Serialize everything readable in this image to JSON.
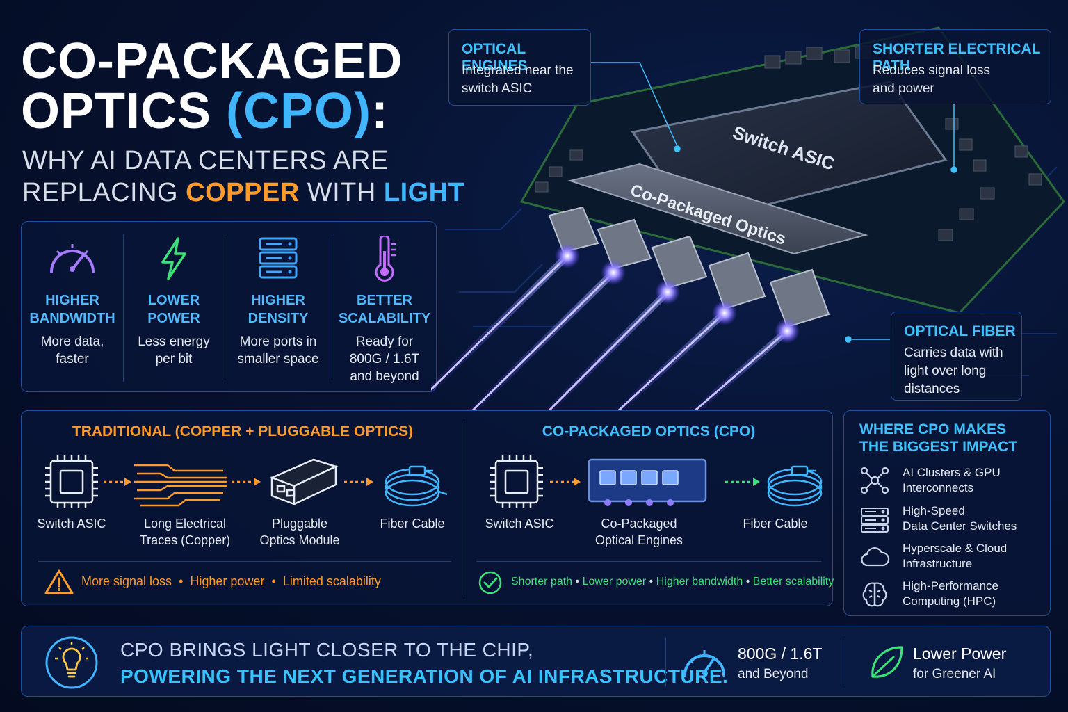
{
  "title": {
    "line1": "CO-PACKAGED",
    "line2_a": "OPTICS ",
    "line2_b": "(CPO)",
    "line2_c": ":",
    "sub1": "WHY AI DATA CENTERS ARE",
    "sub2_a": "REPLACING ",
    "sub2_b": "COPPER",
    "sub2_c": " WITH ",
    "sub2_d": "LIGHT"
  },
  "benefits": [
    {
      "icon": "gauge-icon",
      "head1": "HIGHER",
      "head2": "BANDWIDTH",
      "desc1": "More data,",
      "desc2": "faster",
      "desc3": "",
      "color": "#a57bff"
    },
    {
      "icon": "lightning-icon",
      "head1": "LOWER",
      "head2": "POWER",
      "desc1": "Less energy",
      "desc2": "per bit",
      "desc3": "",
      "color": "#3ee07a"
    },
    {
      "icon": "server-stack-icon",
      "head1": "HIGHER",
      "head2": "DENSITY",
      "desc1": "More ports in",
      "desc2": "smaller space",
      "desc3": "",
      "color": "#3fa8ff"
    },
    {
      "icon": "thermometer-icon",
      "head1": "BETTER",
      "head2": "SCALABILITY",
      "desc1": "Ready for",
      "desc2": "800G / 1.6T",
      "desc3": "and beyond",
      "color": "#c66bff"
    }
  ],
  "hero": {
    "chip_label": "Switch ASIC",
    "band_label": "Co-Packaged Optics"
  },
  "callouts": {
    "optical_engines": {
      "head": "OPTICAL ENGINES",
      "desc1": "Integrated near the",
      "desc2": "switch ASIC",
      "desc3": ""
    },
    "electrical_path": {
      "head": "SHORTER ELECTRICAL PATH",
      "desc1": "Reduces signal loss",
      "desc2": "and power",
      "desc3": ""
    },
    "optical_fiber": {
      "head": "OPTICAL FIBER",
      "desc1": "Carries data with",
      "desc2": "light over long",
      "desc3": "distances"
    }
  },
  "traditional": {
    "title": "TRADITIONAL (COPPER + PLUGGABLE OPTICS)",
    "steps": [
      {
        "l1": "Switch ASIC",
        "l2": ""
      },
      {
        "l1": "Long Electrical",
        "l2": "Traces (Copper)"
      },
      {
        "l1": "Pluggable",
        "l2": "Optics Module"
      },
      {
        "l1": "Fiber Cable",
        "l2": ""
      }
    ],
    "drawbacks": [
      "More signal loss",
      "Higher power",
      "Limited scalability"
    ],
    "sep": "•"
  },
  "cpo": {
    "title": "CO-PACKAGED OPTICS (CPO)",
    "steps": [
      {
        "l1": "Switch ASIC",
        "l2": ""
      },
      {
        "l1": "Co-Packaged",
        "l2": "Optical Engines"
      },
      {
        "l1": "Fiber Cable",
        "l2": ""
      }
    ],
    "benefits": [
      "Shorter path",
      "Lower power",
      "Higher bandwidth",
      "Better scalability"
    ],
    "sep": "•"
  },
  "impact": {
    "title1": "WHERE CPO MAKES",
    "title2": "THE BIGGEST IMPACT",
    "items": [
      {
        "icon": "network-nodes-icon",
        "l1": "AI Clusters & GPU",
        "l2": "Interconnects"
      },
      {
        "icon": "server-rack-icon",
        "l1": "High-Speed",
        "l2": "Data Center Switches"
      },
      {
        "icon": "cloud-icon",
        "l1": "Hyperscale & Cloud",
        "l2": "Infrastructure"
      },
      {
        "icon": "brain-icon",
        "l1": "High-Performance",
        "l2": "Computing (HPC)"
      }
    ]
  },
  "banner": {
    "line1": "CPO BRINGS LIGHT CLOSER TO THE CHIP,",
    "line2": "POWERING THE NEXT GENERATION OF AI INFRASTRUCTURE.",
    "stat1_a": "800G / 1.6T",
    "stat1_b": "and Beyond",
    "stat2_a": "Lower Power",
    "stat2_b": "for Greener AI"
  },
  "colors": {
    "accent_blue": "#3fb6ff",
    "accent_orange": "#ff9a2b",
    "accent_green": "#3ee07a",
    "laser_violet": "#7a6bff"
  }
}
